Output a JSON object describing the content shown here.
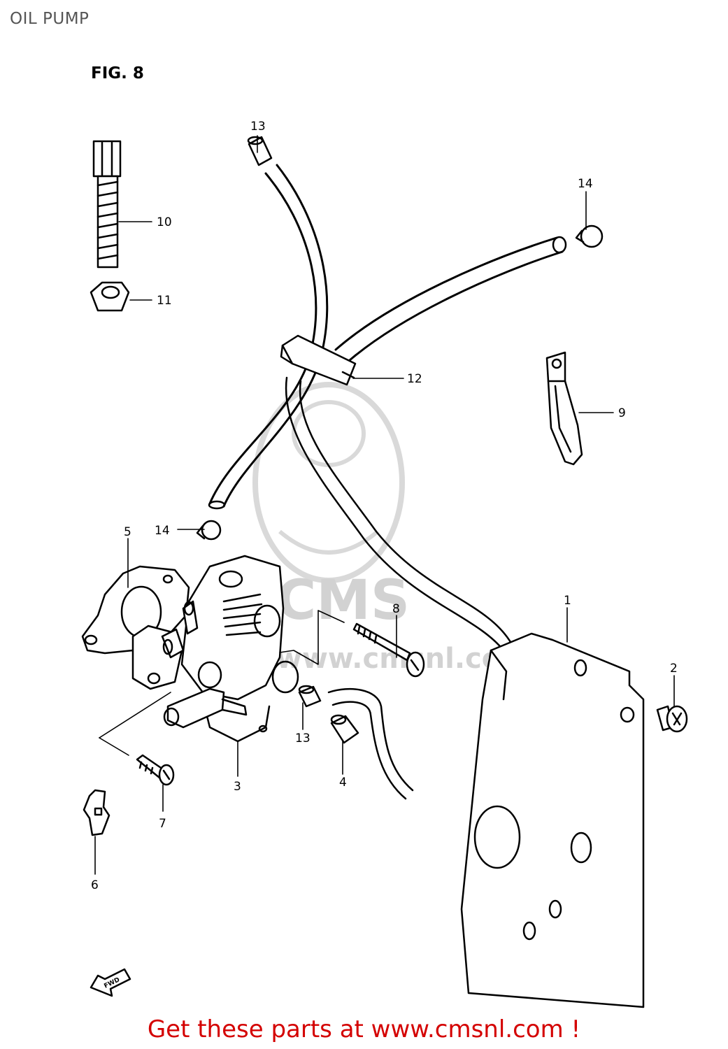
{
  "header": {
    "title": "OIL PUMP"
  },
  "figure": {
    "label": "FIG. 8",
    "fwd_label": "FWD",
    "watermark": {
      "brand": "CMS",
      "url": "www.cmsnl.com"
    },
    "callouts": {
      "p1": "1",
      "p2": "2",
      "p3": "3",
      "p4": "4",
      "p5": "5",
      "p6": "6",
      "p7": "7",
      "p8": "8",
      "p9": "9",
      "p10": "10",
      "p11": "11",
      "p12": "12",
      "p13a": "13",
      "p13b": "13",
      "p14a": "14",
      "p14b": "14"
    }
  },
  "footer": {
    "promo_text": "Get these parts at www.cmsnl.com !"
  },
  "colors": {
    "line": "#000000",
    "promo": "#d40000",
    "title": "#555555",
    "watermark": "#c8c8c8"
  }
}
